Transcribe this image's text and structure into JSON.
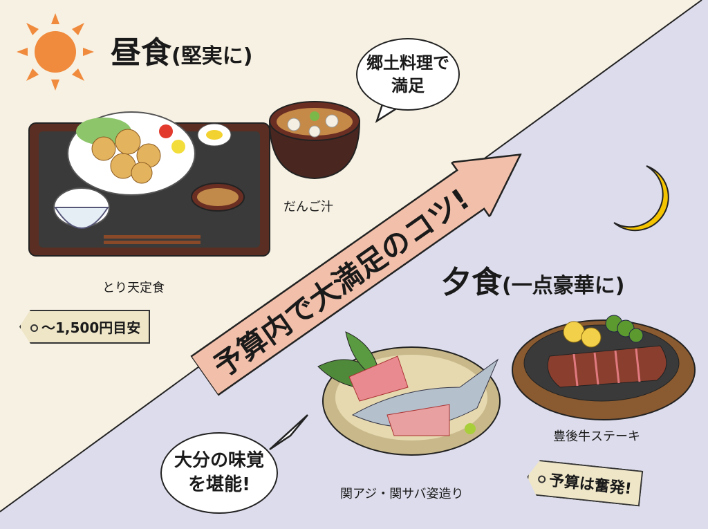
{
  "colors": {
    "lunch_bg": "#f7f1e3",
    "dinner_bg": "#dcdcec",
    "arrow": "#f2c0aa",
    "tag": "#efe6c8",
    "sun": "#f08a3c",
    "moon": "#f5c400"
  },
  "lunch": {
    "title": "昼食",
    "subtitle": "(堅実に)",
    "icon": "sun-icon",
    "dish_main": "とり天定食",
    "dish_soup": "だんご汁",
    "bubble": "郷土料理で\n満足",
    "price_tag": "〜1,500円目安"
  },
  "arrow": {
    "label": "予算内で大満足のコツ!"
  },
  "dinner": {
    "title": "夕食",
    "subtitle": "(一点豪華に)",
    "icon": "moon-icon",
    "dish_fish": "関アジ・関サバ姿造り",
    "dish_steak": "豊後牛ステーキ",
    "bubble": "大分の味覚\nを堪能!",
    "price_tag": "予算は奮発!"
  }
}
